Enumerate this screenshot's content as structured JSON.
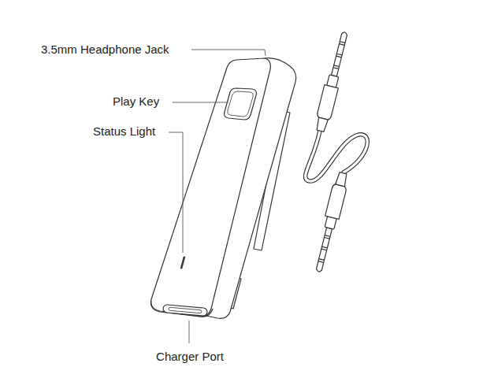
{
  "diagram": {
    "labels": [
      "3.5mm Headphone Jack",
      "Play Key",
      "Status Light",
      "Charger Port"
    ]
  }
}
